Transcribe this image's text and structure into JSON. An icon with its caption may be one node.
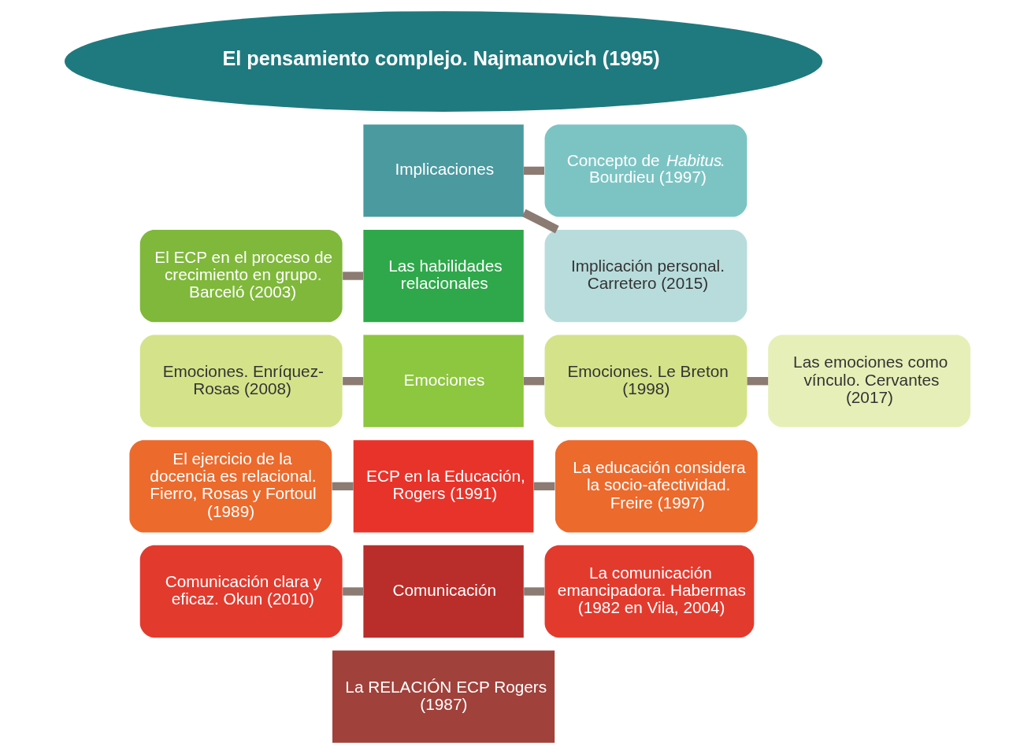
{
  "diagram": {
    "nodes": [
      {
        "text": [
          "El pensamiento complejo. Najmanovich (1995)"
        ]
      },
      {
        "text": [
          "Implicaciones"
        ]
      },
      {
        "text": [
          "Las habilidades relacionales"
        ]
      },
      {
        "text": [
          "Emociones"
        ]
      },
      {
        "text": [
          "ECP en la Educación, Rogers (1991)"
        ]
      },
      {
        "text": [
          "Comunicación"
        ]
      },
      {
        "text": [
          "La RELACIÓN ECP Rogers (1987)"
        ]
      },
      {
        "text": [
          "El ECP en el proceso de crecimiento en grupo. Barceló (2003)"
        ]
      },
      {
        "text": [
          "Emociones. Enríquez-Rosas (2008)"
        ]
      },
      {
        "text": [
          "El ejercicio de la docencia es relacional. Fierro, Rosas y Fortoul (1989)"
        ]
      },
      {
        "text": [
          "Comunicación clara y eficaz. Okun (2010)"
        ]
      },
      {
        "text": [
          "Concepto de *Habitus*. Bourdieu (1997)"
        ]
      },
      {
        "text": [
          "Implicación personal. Carretero (2015)"
        ]
      },
      {
        "text": [
          "Emociones. Le Breton (1998)"
        ]
      },
      {
        "text": [
          "Las emociones como vínculo. Cervantes (2017)"
        ]
      },
      {
        "text": [
          "La educación considera la socio-afectividad. Freire (1997)"
        ]
      },
      {
        "text": [
          "La comunicación emancipadora. Habermas (1982 en Vila, 2004)"
        ]
      }
    ],
    "edges": [
      {
        "from": 1,
        "to": 11,
        "arrow": "none"
      },
      {
        "from": 1,
        "to": 12,
        "arrow": "none"
      },
      {
        "from": 7,
        "to": 2,
        "arrow": "none"
      },
      {
        "from": 8,
        "to": 3,
        "arrow": "none"
      },
      {
        "from": 3,
        "to": 13,
        "arrow": "none"
      },
      {
        "from": 13,
        "to": 14,
        "arrow": "none"
      },
      {
        "from": 9,
        "to": 4,
        "arrow": "none"
      },
      {
        "from": 4,
        "to": 15,
        "arrow": "none"
      },
      {
        "from": 10,
        "to": 5,
        "arrow": "none"
      },
      {
        "from": 5,
        "to": 16,
        "arrow": "none"
      }
    ]
  }
}
